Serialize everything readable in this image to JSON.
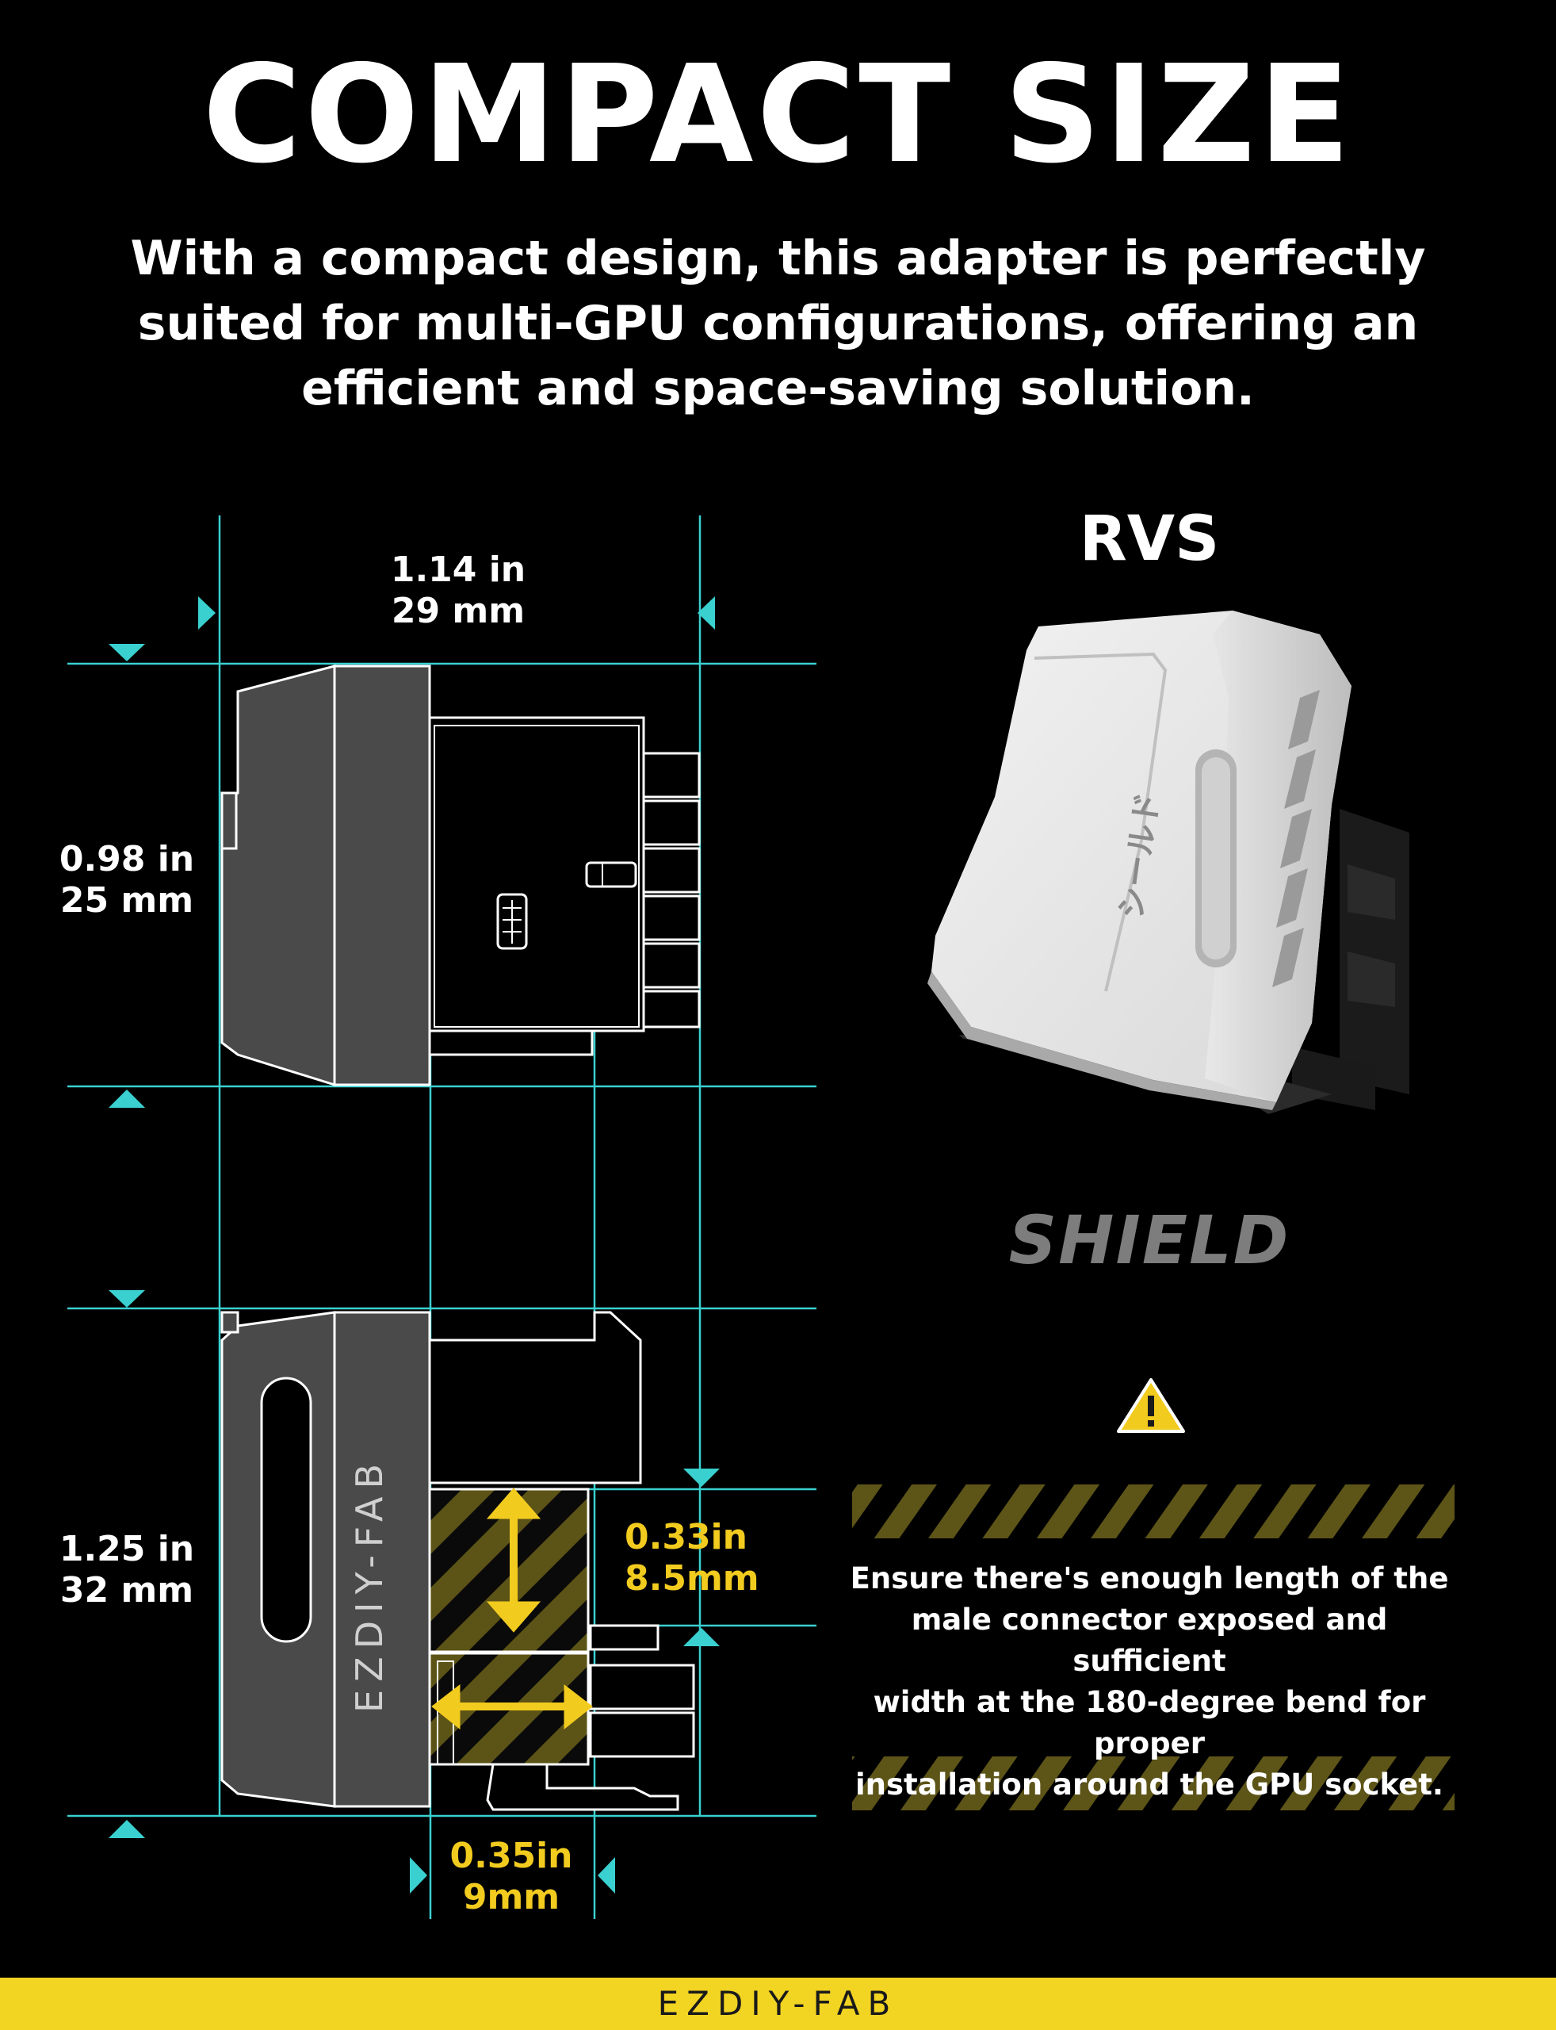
{
  "header": {
    "title": "COMPACT SIZE",
    "subtitle": "With a compact design, this adapter is perfectly suited for multi-GPU configurations, offering an efficient and space-saving solution."
  },
  "dimensions": {
    "width_top": {
      "in": "1.14 in",
      "mm": "29 mm"
    },
    "height_top": {
      "in": "0.98 in",
      "mm": "25 mm"
    },
    "height_bottom": {
      "in": "1.25 in",
      "mm": "32 mm"
    },
    "gap_vertical": {
      "in": "0.33in",
      "mm": "8.5mm"
    },
    "gap_horizontal": {
      "in": "0.35in",
      "mm": "9mm"
    }
  },
  "product": {
    "name": "RVS",
    "side_logo": "EZDIY-FAB",
    "top_label": "シールド",
    "series_logo": "SHIELD"
  },
  "warning": {
    "icon": "warning-triangle-icon",
    "text_lines": [
      "Ensure there's enough length of the",
      "male connector exposed and sufficient",
      "width at the 180-degree bend for proper",
      "installation around the GPU socket."
    ]
  },
  "footer": {
    "brand": "EZDIY-FAB"
  },
  "colors": {
    "background": "#000000",
    "guide_lines": "#3ad0d0",
    "accent_yellow": "#f2cb1f",
    "footer_bar": "#f2d422",
    "body_grey": "#4a4a4a"
  }
}
